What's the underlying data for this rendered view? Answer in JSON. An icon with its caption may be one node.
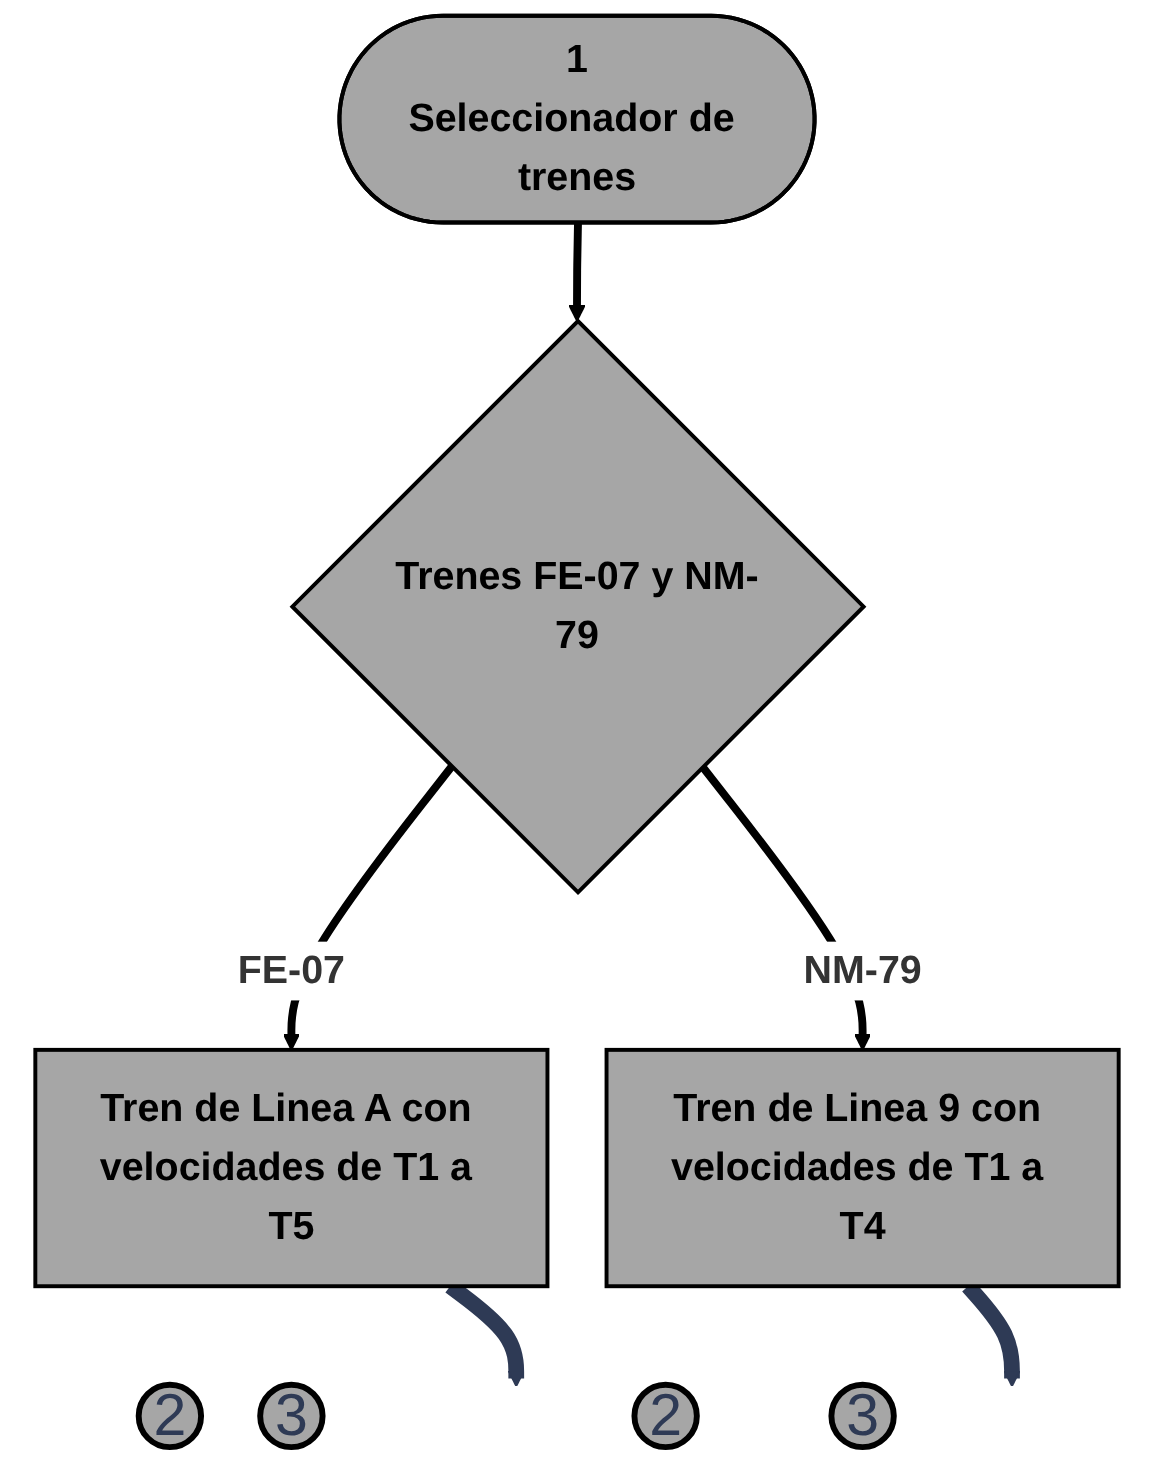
{
  "diagram": {
    "nodes": [
      {
        "text": [
          "1",
          "Seleccionador de trenes"
        ]
      },
      {
        "text": [
          "Trenes FE-07 y NM-79"
        ]
      },
      {
        "text": [
          "Tren de Linea A con velocidades de T1 a T5"
        ]
      },
      {
        "text": [
          "Tren de Linea 9 con velocidades de T1 a T4"
        ]
      },
      {
        "text": [
          "2"
        ]
      },
      {
        "text": [
          "3"
        ]
      },
      {
        "text": [
          "2"
        ]
      },
      {
        "text": [
          "3"
        ]
      }
    ],
    "edges": [
      {
        "from": 0,
        "to": 1,
        "arrow": "to"
      },
      {
        "from": 1,
        "to": 2,
        "label": "FE-07",
        "arrow": "to"
      },
      {
        "from": 1,
        "to": 3,
        "label": "NM-79",
        "arrow": "to"
      },
      {
        "from": 2,
        "to": null,
        "arrow": "to",
        "style": "thick",
        "color": "#2e3a55"
      },
      {
        "from": 3,
        "to": null,
        "arrow": "to",
        "style": "thick",
        "color": "#2e3a55"
      }
    ]
  }
}
